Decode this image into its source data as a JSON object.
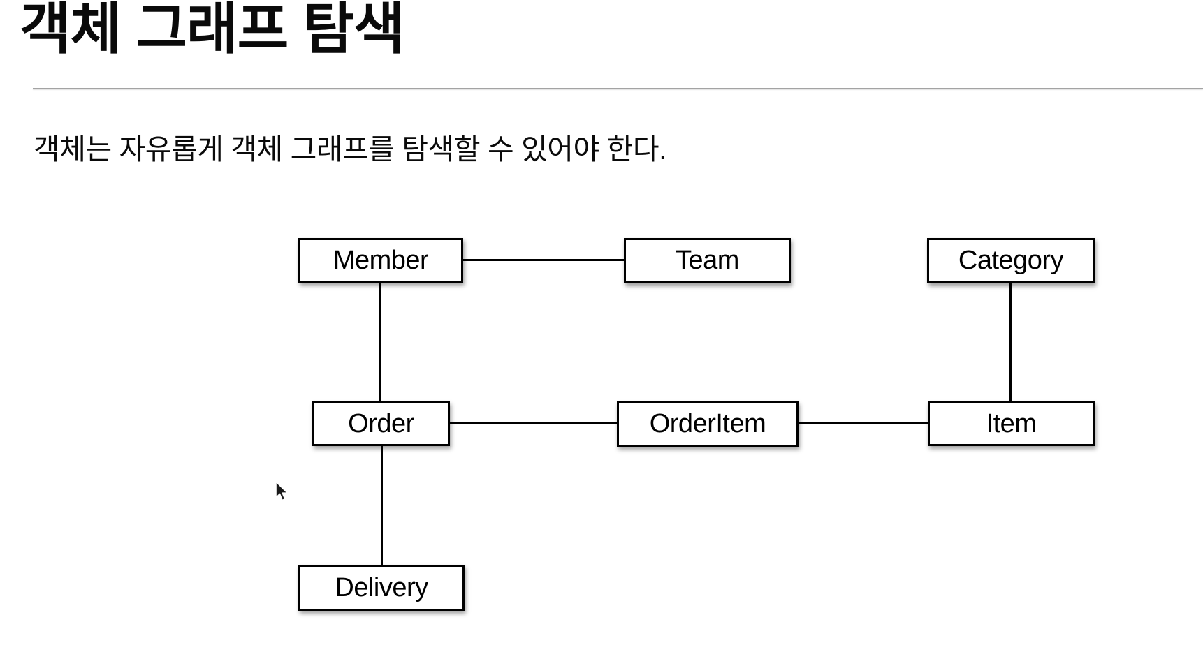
{
  "page": {
    "title": "객체 그래프 탐색",
    "subtitle": "객체는 자유롭게 객체 그래프를 탐색할 수 있어야 한다."
  },
  "diagram": {
    "nodes": [
      {
        "id": "member",
        "label": "Member"
      },
      {
        "id": "team",
        "label": "Team"
      },
      {
        "id": "category",
        "label": "Category"
      },
      {
        "id": "order",
        "label": "Order"
      },
      {
        "id": "orderitem",
        "label": "OrderItem"
      },
      {
        "id": "item",
        "label": "Item"
      },
      {
        "id": "delivery",
        "label": "Delivery"
      }
    ],
    "edges": [
      {
        "from": "Member",
        "to": "Team"
      },
      {
        "from": "Member",
        "to": "Order"
      },
      {
        "from": "Order",
        "to": "OrderItem"
      },
      {
        "from": "OrderItem",
        "to": "Item"
      },
      {
        "from": "Category",
        "to": "Item"
      },
      {
        "from": "Order",
        "to": "Delivery"
      }
    ]
  },
  "colors": {
    "background": "#ffffff",
    "text": "#0a0a0a",
    "node_border": "#000000",
    "edge_line": "#000000",
    "divider": "#a3a3a3"
  },
  "cursor": {
    "icon": "arrow-pointer"
  }
}
